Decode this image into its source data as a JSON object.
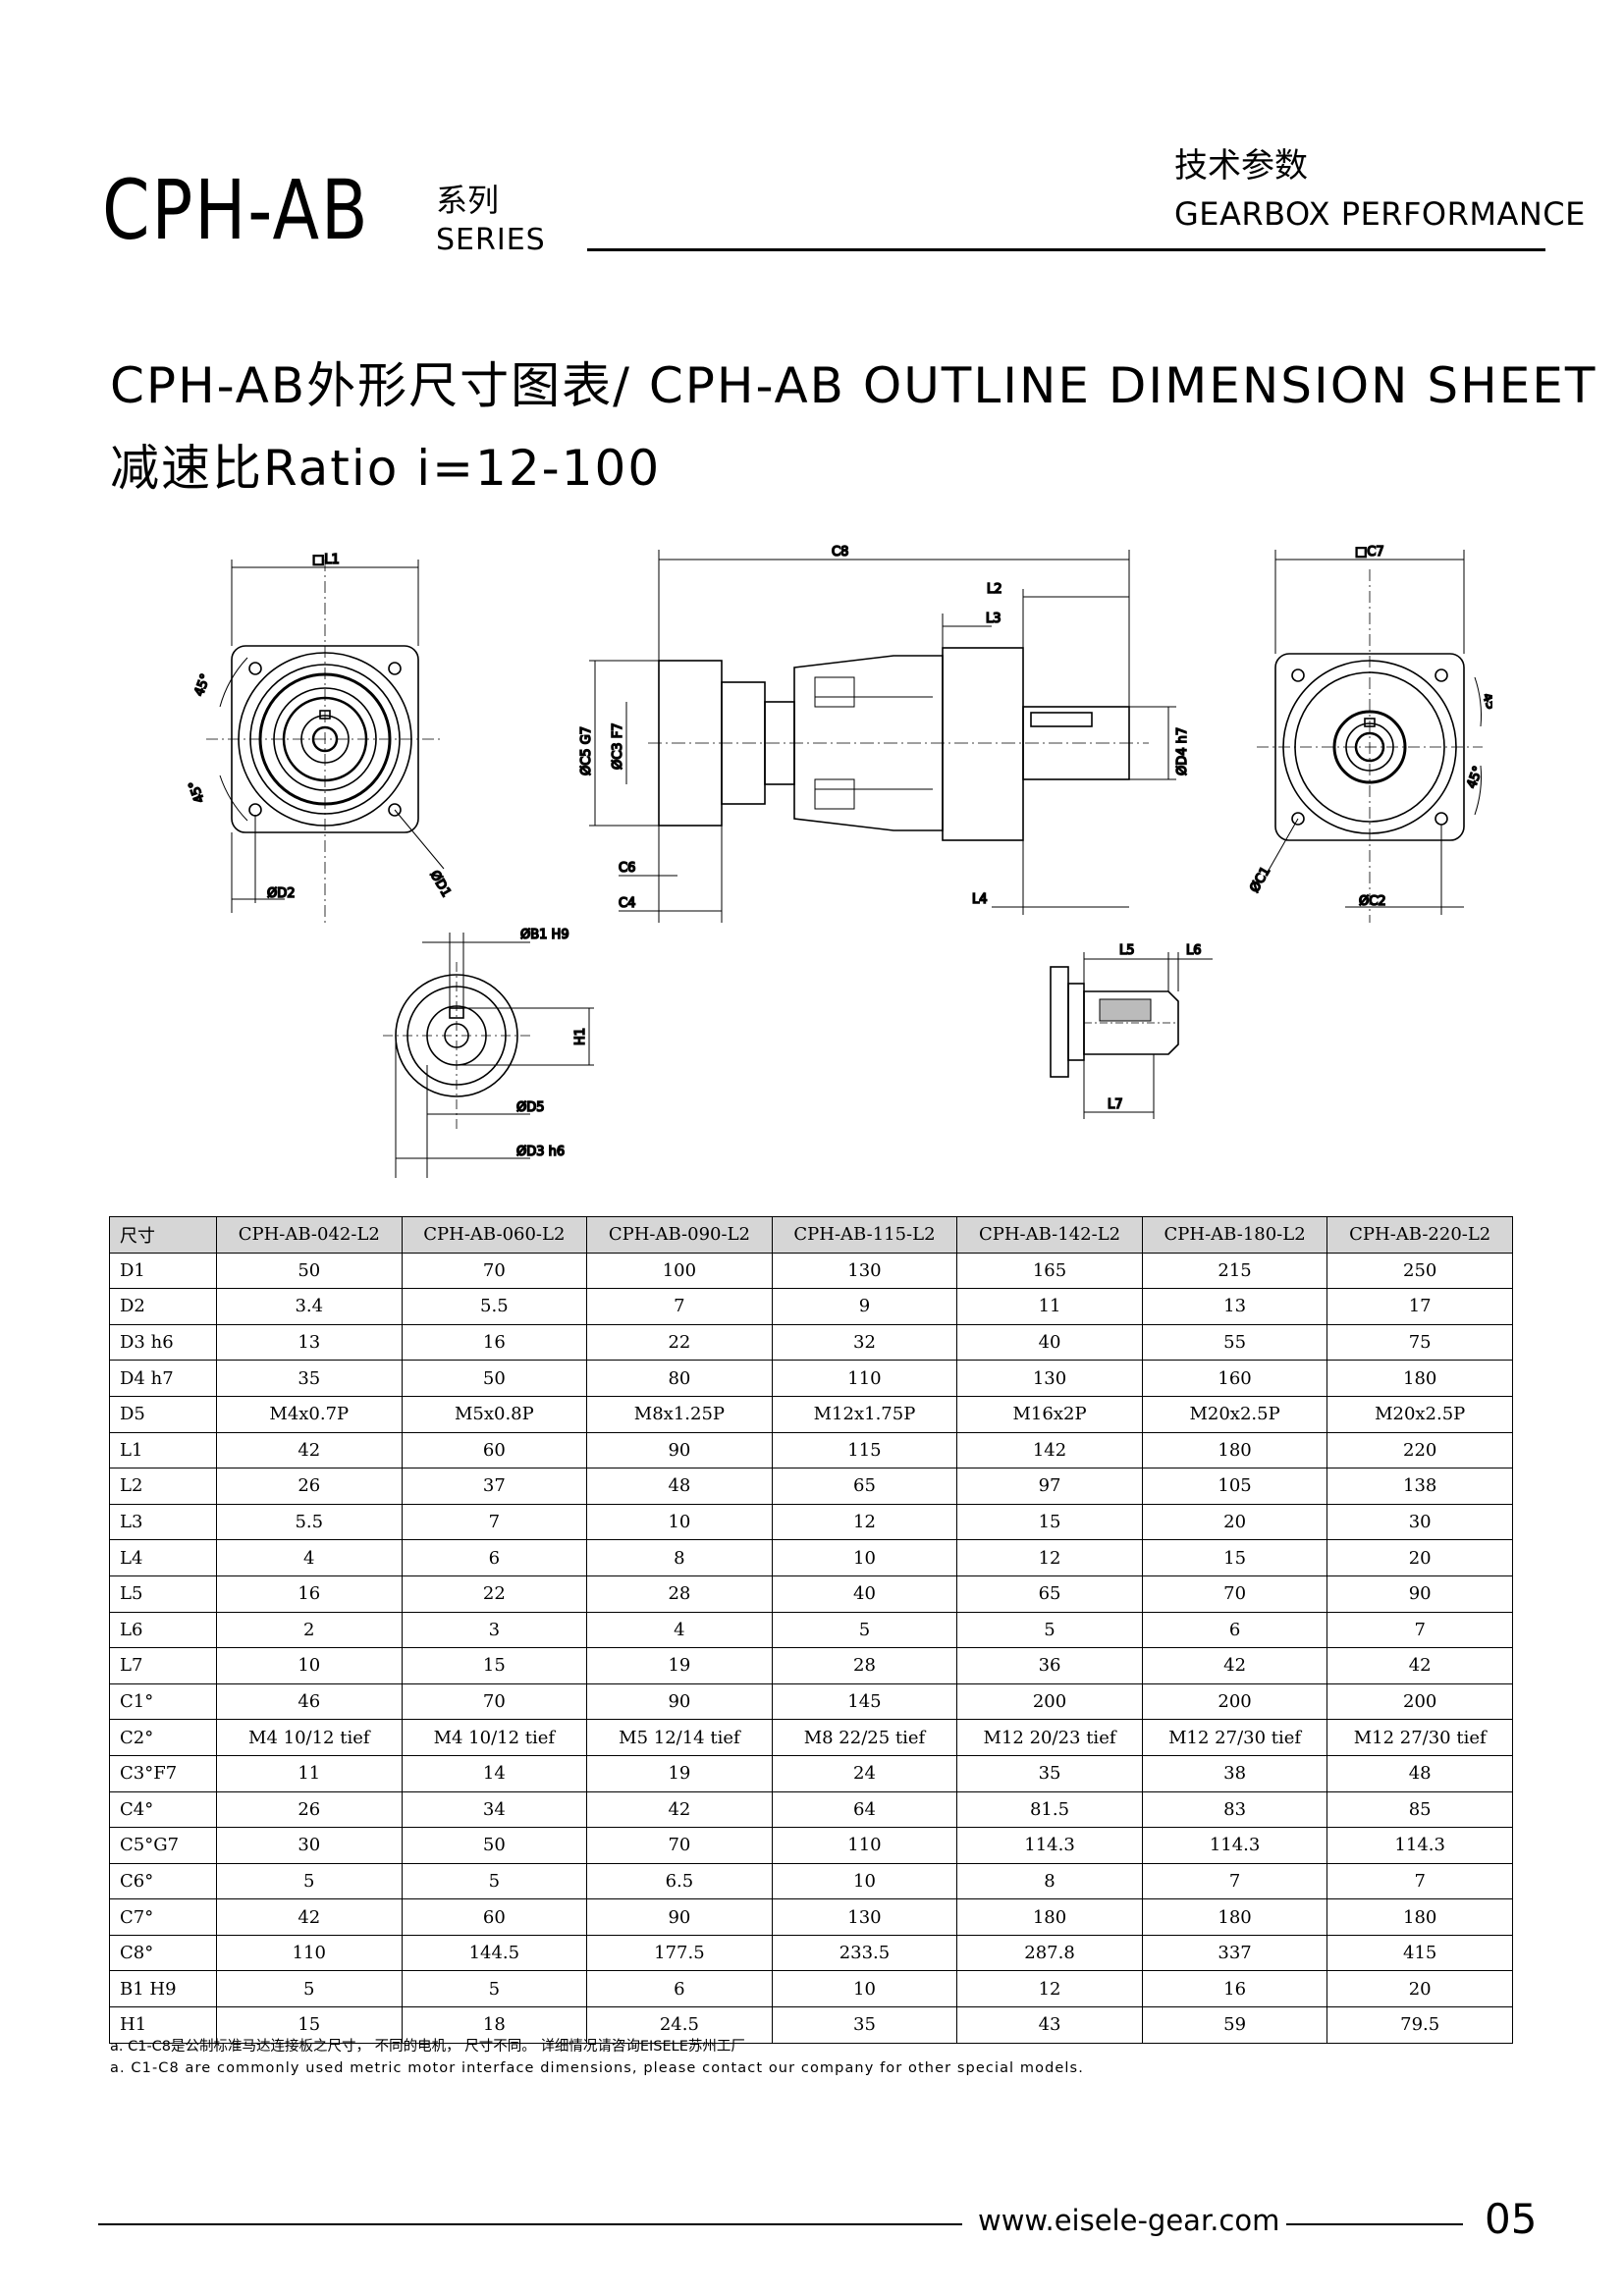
{
  "header": {
    "series_code": "CPH-AB",
    "series_cn": "系列",
    "series_en": "SERIES",
    "performance_cn": "技术参数",
    "performance_en": "GEARBOX PERFORMANCE"
  },
  "titles": {
    "line1": "CPH-AB外形尺寸图表/ CPH-AB OUTLINE DIMENSION SHEET",
    "line2": "减速比Ratio   i=12-100"
  },
  "drawing_labels": {
    "L1": "□L1",
    "D2": "ØD2",
    "D1": "ØD1",
    "deg1": "45°",
    "deg2": "45°",
    "C8": "C8",
    "L2": "L2",
    "L3": "L3",
    "C5": "ØC5 G7",
    "C3": "ØC3 F7",
    "D4": "ØD4 h7",
    "C6": "C6",
    "C4": "C4",
    "L4": "L4",
    "C7": "□C7",
    "C1": "ØC1",
    "C2": "ØC2",
    "deg3": "45°",
    "deg4": "45°",
    "B1": "ØB1 H9",
    "H1": "H1",
    "D5": "ØD5",
    "D3": "ØD3 h6",
    "L5": "L5",
    "L6": "L6",
    "L7": "L7"
  },
  "table": {
    "header_label": "尺寸",
    "models": [
      "CPH-AB-042-L2",
      "CPH-AB-060-L2",
      "CPH-AB-090-L2",
      "CPH-AB-115-L2",
      "CPH-AB-142-L2",
      "CPH-AB-180-L2",
      "CPH-AB-220-L2"
    ],
    "rows": [
      {
        "label": "D1",
        "values": [
          "50",
          "70",
          "100",
          "130",
          "165",
          "215",
          "250"
        ]
      },
      {
        "label": "D2",
        "values": [
          "3.4",
          "5.5",
          "7",
          "9",
          "11",
          "13",
          "17"
        ]
      },
      {
        "label": "D3 h6",
        "values": [
          "13",
          "16",
          "22",
          "32",
          "40",
          "55",
          "75"
        ]
      },
      {
        "label": "D4 h7",
        "values": [
          "35",
          "50",
          "80",
          "110",
          "130",
          "160",
          "180"
        ]
      },
      {
        "label": "D5",
        "values": [
          "M4x0.7P",
          "M5x0.8P",
          "M8x1.25P",
          "M12x1.75P",
          "M16x2P",
          "M20x2.5P",
          "M20x2.5P"
        ]
      },
      {
        "label": "L1",
        "values": [
          "42",
          "60",
          "90",
          "115",
          "142",
          "180",
          "220"
        ]
      },
      {
        "label": "L2",
        "values": [
          "26",
          "37",
          "48",
          "65",
          "97",
          "105",
          "138"
        ]
      },
      {
        "label": "L3",
        "values": [
          "5.5",
          "7",
          "10",
          "12",
          "15",
          "20",
          "30"
        ]
      },
      {
        "label": "L4",
        "values": [
          "4",
          "6",
          "8",
          "10",
          "12",
          "15",
          "20"
        ]
      },
      {
        "label": "L5",
        "values": [
          "16",
          "22",
          "28",
          "40",
          "65",
          "70",
          "90"
        ]
      },
      {
        "label": "L6",
        "values": [
          "2",
          "3",
          "4",
          "5",
          "5",
          "6",
          "7"
        ]
      },
      {
        "label": "L7",
        "values": [
          "10",
          "15",
          "19",
          "28",
          "36",
          "42",
          "42"
        ]
      },
      {
        "label": "C1°",
        "values": [
          "46",
          "70",
          "90",
          "145",
          "200",
          "200",
          "200"
        ]
      },
      {
        "label": "C2°",
        "values": [
          "M4 10/12 tief",
          "M4 10/12 tief",
          "M5 12/14 tief",
          "M8 22/25 tief",
          "M12 20/23 tief",
          "M12 27/30 tief",
          "M12 27/30 tief"
        ]
      },
      {
        "label": "C3°F7",
        "values": [
          "11",
          "14",
          "19",
          "24",
          "35",
          "38",
          "48"
        ]
      },
      {
        "label": "C4°",
        "values": [
          "26",
          "34",
          "42",
          "64",
          "81.5",
          "83",
          "85"
        ]
      },
      {
        "label": "C5°G7",
        "values": [
          "30",
          "50",
          "70",
          "110",
          "114.3",
          "114.3",
          "114.3"
        ]
      },
      {
        "label": "C6°",
        "values": [
          "5",
          "5",
          "6.5",
          "10",
          "8",
          "7",
          "7"
        ]
      },
      {
        "label": "C7°",
        "values": [
          "42",
          "60",
          "90",
          "130",
          "180",
          "180",
          "180"
        ]
      },
      {
        "label": "C8°",
        "values": [
          "110",
          "144.5",
          "177.5",
          "233.5",
          "287.8",
          "337",
          "415"
        ]
      },
      {
        "label": "B1 H9",
        "values": [
          "5",
          "5",
          "6",
          "10",
          "12",
          "16",
          "20"
        ]
      },
      {
        "label": "H1",
        "values": [
          "15",
          "18",
          "24.5",
          "35",
          "43",
          "59",
          "79.5"
        ]
      }
    ]
  },
  "notes": {
    "cn": "a. C1-C8是公制标准马达连接板之尺寸， 不同的电机， 尺寸不同。 详细情况请咨询EISELE苏州工厂",
    "en": "a. C1-C8 are commonly used metric motor interface dimensions, please contact our company for other special models."
  },
  "footer": {
    "url": "www.eisele-gear.com",
    "page_number": "05"
  }
}
